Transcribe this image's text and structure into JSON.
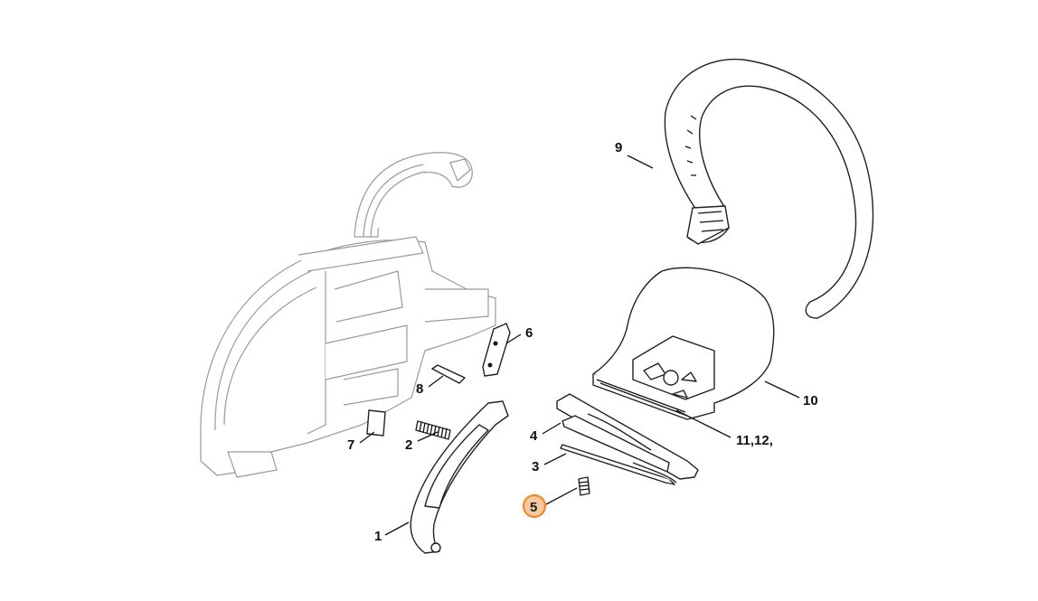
{
  "callouts": [
    {
      "id": "1",
      "text": "1"
    },
    {
      "id": "2",
      "text": "2"
    },
    {
      "id": "3",
      "text": "3"
    },
    {
      "id": "4",
      "text": "4"
    },
    {
      "id": "5",
      "text": "5",
      "highlighted": true
    },
    {
      "id": "6",
      "text": "6"
    },
    {
      "id": "7",
      "text": "7"
    },
    {
      "id": "8",
      "text": "8"
    },
    {
      "id": "9",
      "text": "9"
    },
    {
      "id": "10",
      "text": "10"
    },
    {
      "id": "11",
      "text": "11,12,"
    }
  ],
  "highlight_color": "#f08a2c"
}
